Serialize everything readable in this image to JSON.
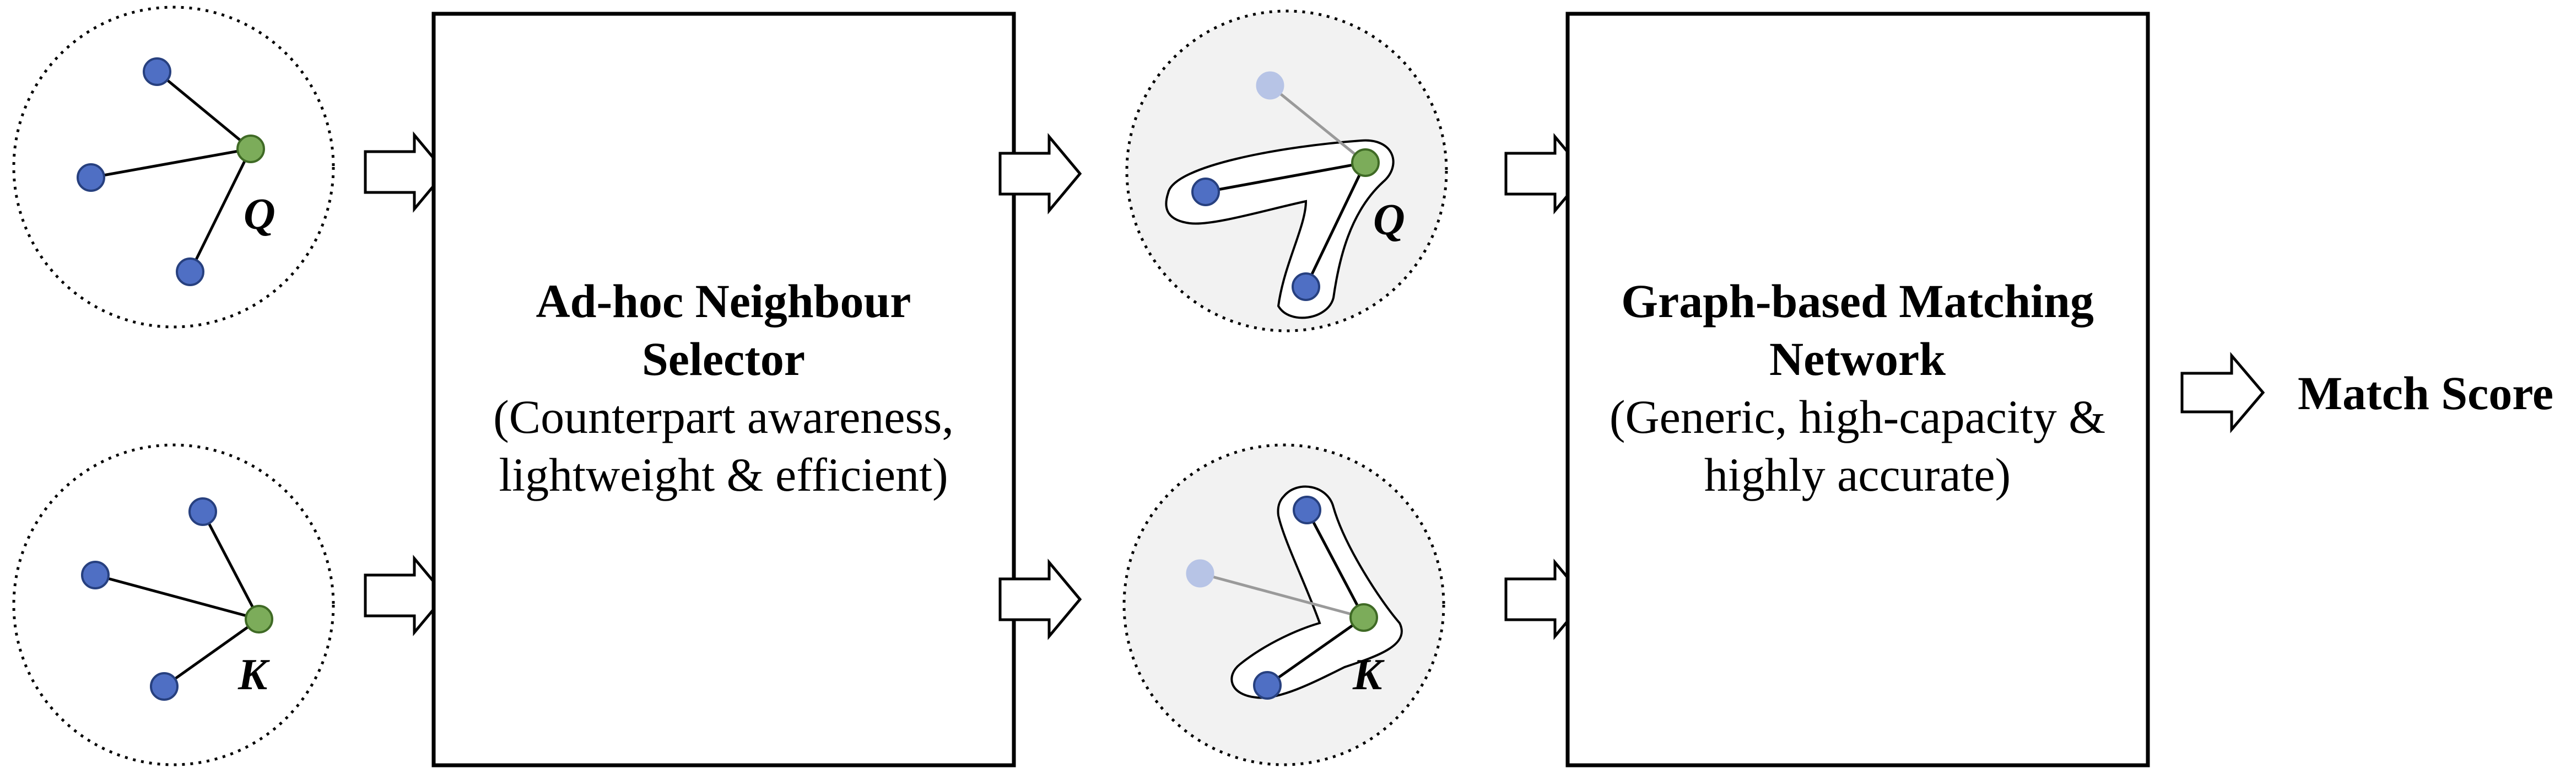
{
  "colors": {
    "blue_node": "#4f6fc4",
    "green_node": "#7cac5a",
    "faded_node": "#b7c4e6",
    "halo_fill": "#f2f2f2"
  },
  "input_graphs": {
    "query_label": "Q",
    "key_label": "K"
  },
  "selector_box": {
    "title_line1": "Ad-hoc Neighbour",
    "title_line2": "Selector",
    "sub_line1": "(Counterpart awareness,",
    "sub_line2": "lightweight & efficient)"
  },
  "selected_graphs": {
    "query_label": "Q",
    "key_label": "K"
  },
  "matching_box": {
    "title_line1": "Graph-based Matching",
    "title_line2": "Network",
    "sub_line1": "(Generic, high-capacity &",
    "sub_line2": "highly accurate)"
  },
  "output": {
    "label": "Match Score"
  }
}
